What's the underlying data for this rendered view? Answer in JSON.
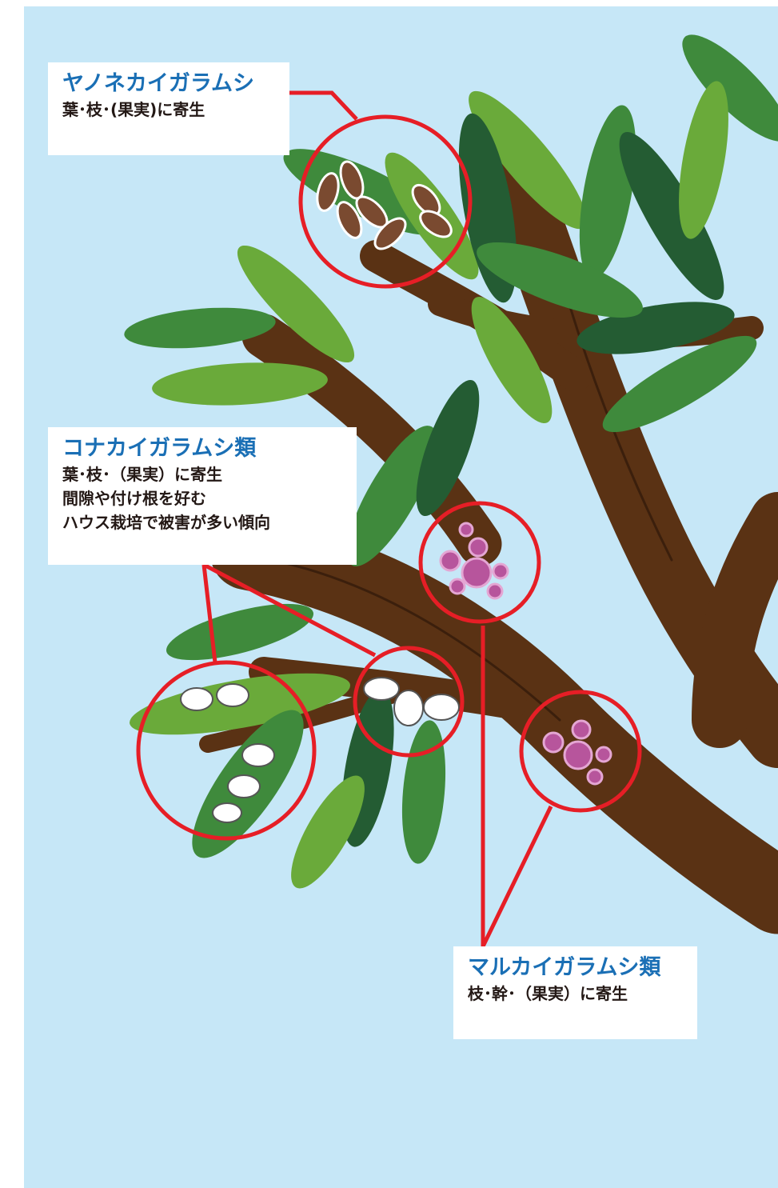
{
  "labels": {
    "yanone": {
      "title": "ヤノネカイガラムシ",
      "lines": [
        "葉･枝･(果実)に寄生"
      ]
    },
    "konaka": {
      "title": "コナカイガラムシ類",
      "lines": [
        "葉･枝･（果実）に寄生",
        "間隙や付け根を好む",
        "ハウス栽培で被害が多い傾向"
      ]
    },
    "maru": {
      "title": "マルカイガラムシ類",
      "lines": [
        "枝･幹･（果実）に寄生"
      ]
    }
  },
  "colors": {
    "sky": "#c6e7f7",
    "branch": "#5a3214",
    "branch_dark": "#3b1f0c",
    "leaf_light": "#6aaa3a",
    "leaf_mid": "#3f8a3c",
    "leaf_dark": "#245c33",
    "callout": "#e61e26",
    "title_blue": "#1a6fb5",
    "yanone_scale": "#7a4a30",
    "maru_scale": "#b7559c",
    "konaka_scale": "#ffffff"
  }
}
